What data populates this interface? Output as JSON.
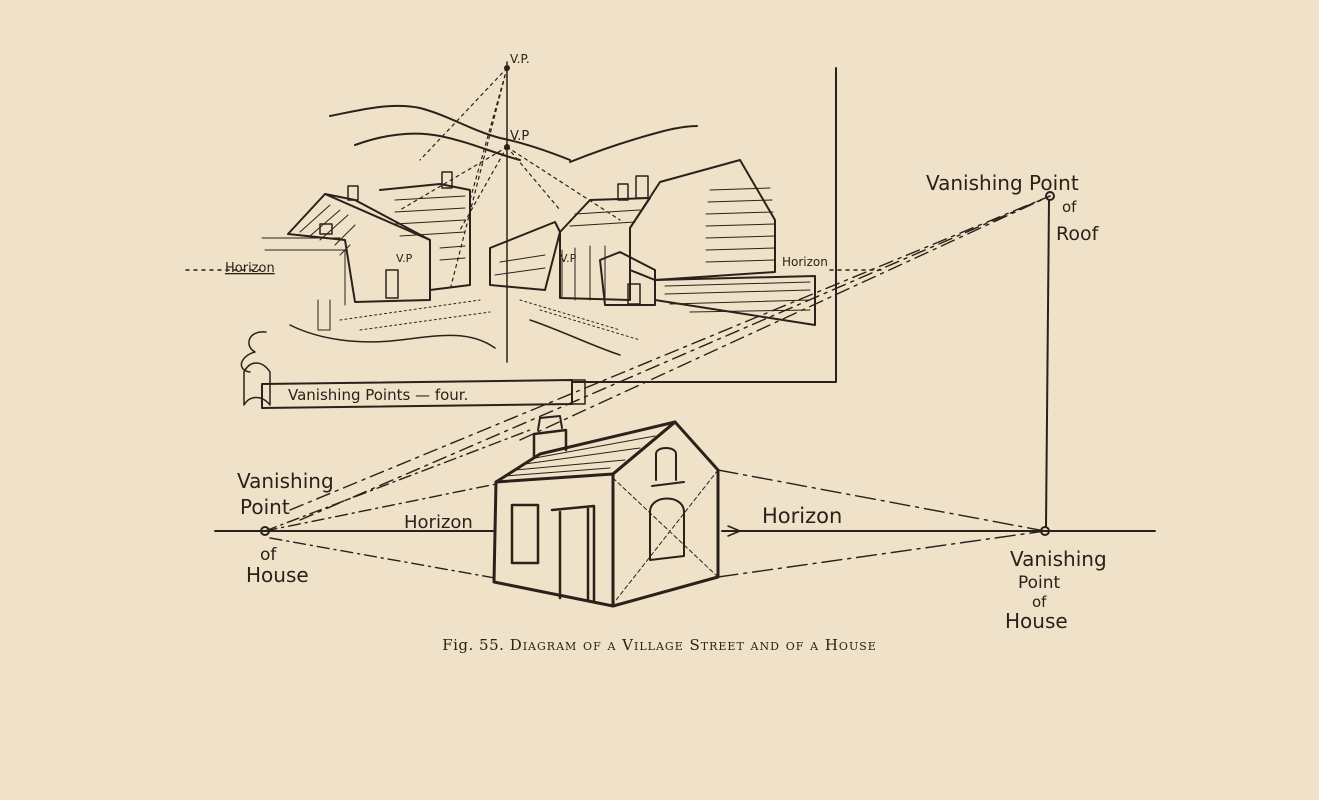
{
  "top_sketch": {
    "vp_top": "V.P.",
    "vp_mid": "V.P",
    "vp_left_house": "V.P",
    "vp_right_house": "V.P",
    "horizon_left": "Horizon",
    "horizon_right": "Horizon",
    "banner": "Vanishing Points — four."
  },
  "house_diagram": {
    "left_vp_line1": "Vanishing",
    "left_vp_line2": "Point",
    "left_vp_line3": "of",
    "left_vp_line4": "House",
    "horizon_left": "Horizon",
    "horizon_right": "Horizon",
    "roof_vp_line1": "Vanishing Point",
    "roof_vp_line2": "of",
    "roof_vp_line3": "Roof",
    "right_vp_line1": "Vanishing",
    "right_vp_line2": "Point",
    "right_vp_line3": "of",
    "right_vp_line4": "House"
  },
  "caption": {
    "fig": "Fig. 55.",
    "title": "Diagram of a Village Street and of a House"
  },
  "colors": {
    "paper": "#efe2c8",
    "ink": "#2a221a"
  }
}
